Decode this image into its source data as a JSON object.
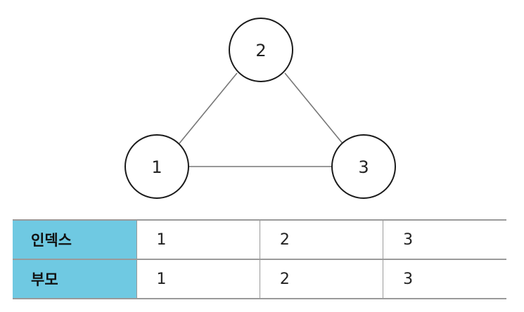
{
  "graph": {
    "nodes": [
      {
        "id": "1",
        "label": "1"
      },
      {
        "id": "2",
        "label": "2"
      },
      {
        "id": "3",
        "label": "3"
      }
    ],
    "edges": [
      {
        "from": "1",
        "to": "2"
      },
      {
        "from": "2",
        "to": "3"
      },
      {
        "from": "1",
        "to": "3"
      }
    ]
  },
  "table": {
    "rows": [
      {
        "header": "인덱스",
        "cells": [
          "1",
          "2",
          "3"
        ]
      },
      {
        "header": "부모",
        "cells": [
          "1",
          "2",
          "3"
        ]
      }
    ]
  }
}
